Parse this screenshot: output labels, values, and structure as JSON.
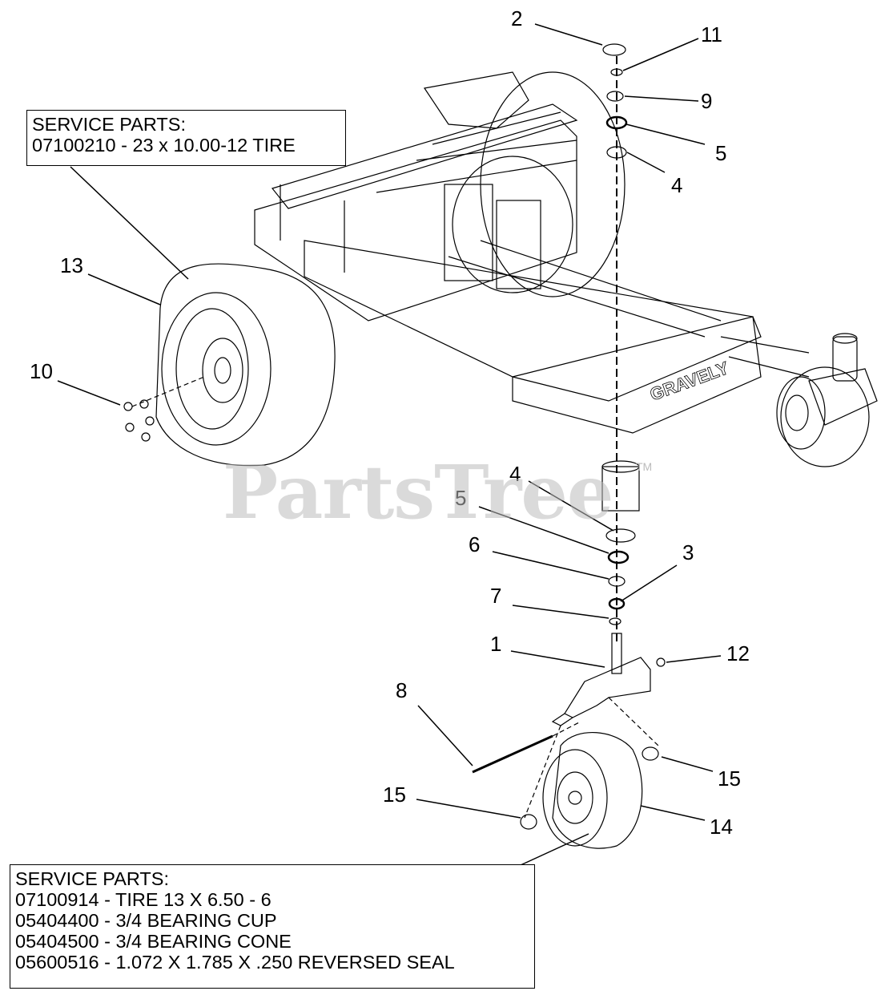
{
  "service_box_top": {
    "lines": [
      "SERVICE PARTS:",
      "07100210 - 23 x 10.00-12 TIRE"
    ]
  },
  "service_box_bottom": {
    "lines": [
      "SERVICE PARTS:",
      "07100914 - TIRE 13 X 6.50 - 6",
      "05404400 - 3/4 BEARING CUP",
      "05404500 - 3/4 BEARING CONE",
      "05600516 - 1.072 X 1.785 X .250 REVERSED SEAL"
    ]
  },
  "frame_brand": "GRAVELY",
  "watermark": {
    "text": "PartsTree",
    "trademark": "TM"
  },
  "callouts": [
    {
      "id": "c2-top",
      "label": "2"
    },
    {
      "id": "c11",
      "label": "11"
    },
    {
      "id": "c9",
      "label": "9"
    },
    {
      "id": "c5-top",
      "label": "5"
    },
    {
      "id": "c4-top",
      "label": "4"
    },
    {
      "id": "c13",
      "label": "13"
    },
    {
      "id": "c10",
      "label": "10"
    },
    {
      "id": "c4-bot",
      "label": "4"
    },
    {
      "id": "c5-bot",
      "label": "5"
    },
    {
      "id": "c6",
      "label": "6"
    },
    {
      "id": "c3",
      "label": "3"
    },
    {
      "id": "c7",
      "label": "7"
    },
    {
      "id": "c1",
      "label": "1"
    },
    {
      "id": "c12",
      "label": "12"
    },
    {
      "id": "c8",
      "label": "8"
    },
    {
      "id": "c15-right",
      "label": "15"
    },
    {
      "id": "c15-left",
      "label": "15"
    },
    {
      "id": "c14",
      "label": "14"
    }
  ]
}
